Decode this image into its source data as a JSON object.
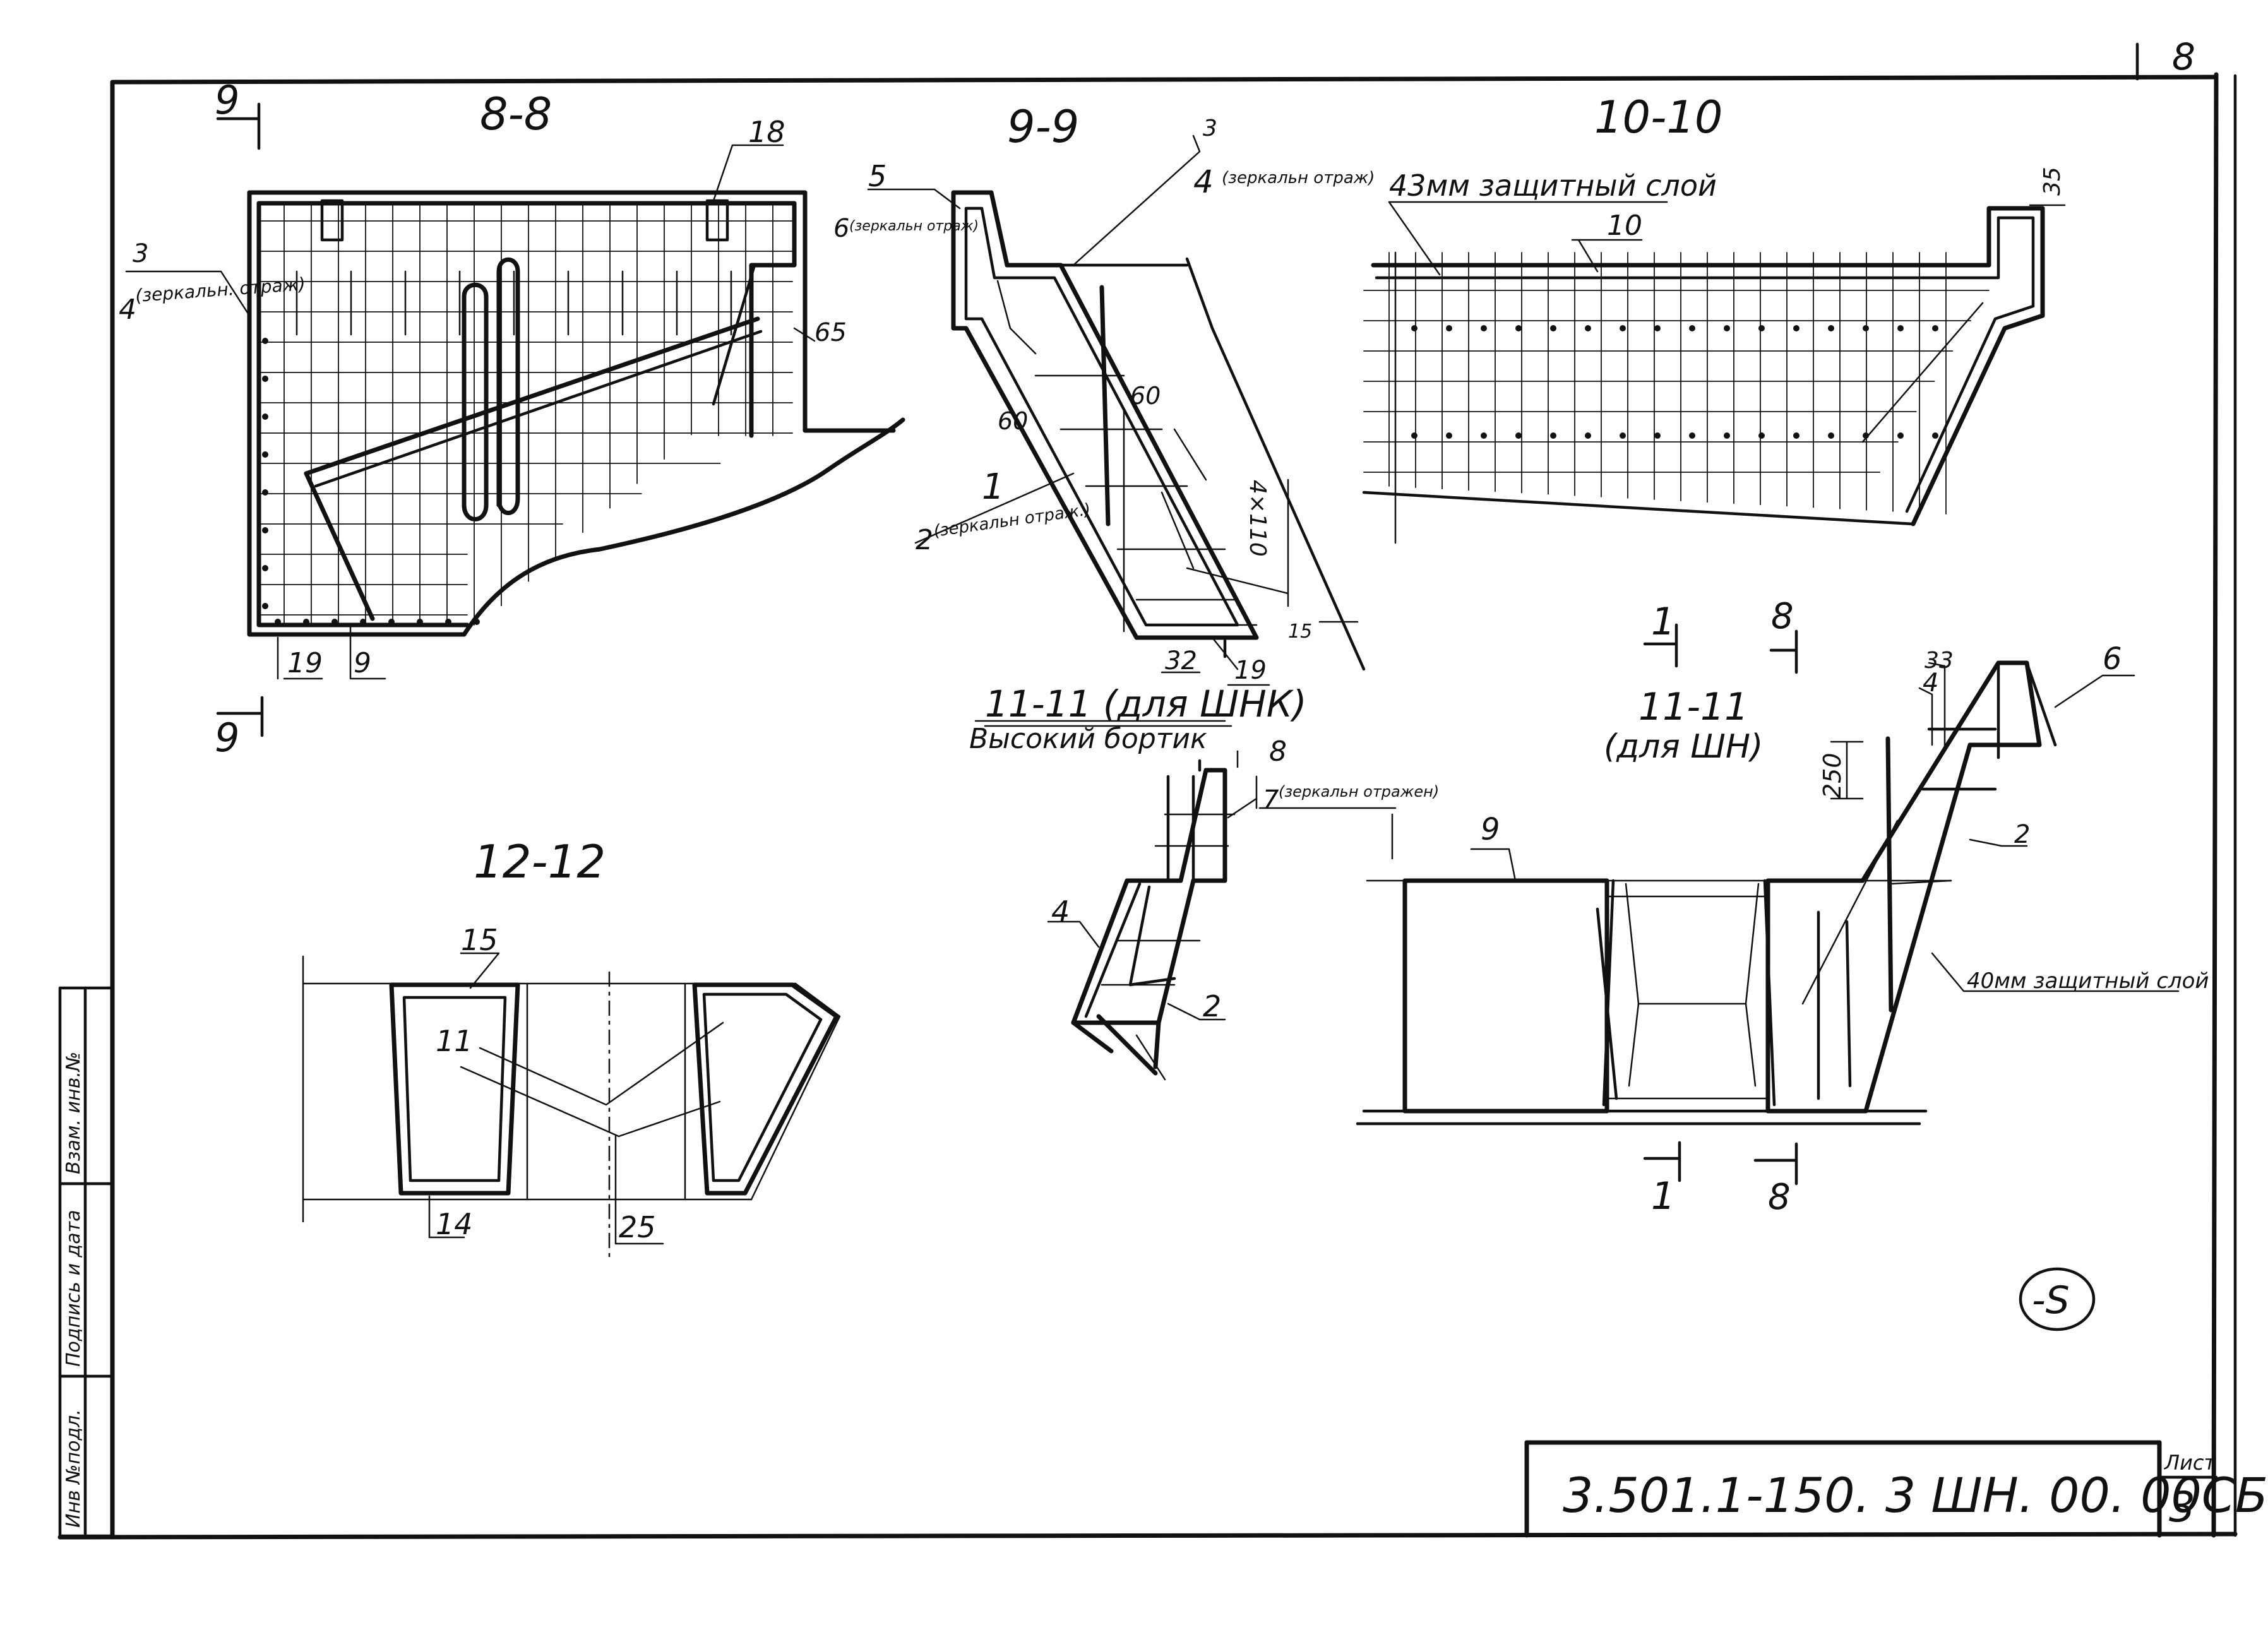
{
  "sheet": {
    "page_corner_number": "8",
    "document_code": "3.501.1-150. 3 ШН. 00. 00СБ",
    "sheet_label": "Лист",
    "sheet_number": "3",
    "side_stamp": {
      "inventory_original": "Инв №подл.",
      "signature_date": "Подпись и дата",
      "replacement_inventory": "Взам. инв.№"
    },
    "circled_mark": "-S"
  },
  "sections": {
    "s8": {
      "title": "8-8",
      "cut_mark": "9",
      "labels": {
        "p18": "18",
        "p3": "3",
        "p4": "4",
        "mirror": "(зеркальн. отраж)",
        "d65": "65",
        "p19": "19",
        "p9": "9"
      }
    },
    "s9": {
      "title": "9-9",
      "labels": {
        "p3": "3",
        "p4": "4",
        "mirror_a": "(зеркальн отраж)",
        "p5": "5",
        "p6": "6",
        "mirror_b": "(зеркальн отраж)",
        "d60a": "60",
        "d60b": "60",
        "p1": "1",
        "p2": "2",
        "mirror_c": "(зеркальн отраж.)",
        "dim": "4×110",
        "d15": "15",
        "p32": "32",
        "p19": "19"
      }
    },
    "s10": {
      "title": "10-10",
      "labels": {
        "cover": "43мм защитный слой",
        "p10": "10",
        "d35": "35"
      }
    },
    "s11a": {
      "title": "11-11 (для ШНК)",
      "subtitle": "Высокий бортик",
      "labels": {
        "p8": "8",
        "p7": "7",
        "mirror": "(зеркальн отражен)",
        "p4": "4",
        "p2": "2"
      }
    },
    "s11b": {
      "title": "11-11",
      "subtitle": "(для ШН)",
      "cuts": {
        "c1": "1",
        "c8": "8"
      },
      "labels": {
        "p33": "33",
        "p4": "4",
        "p6": "6",
        "d250": "250",
        "p9": "9",
        "p2": "2",
        "cover": "40мм защитный слой"
      }
    },
    "s12": {
      "title": "12-12",
      "labels": {
        "p15": "15",
        "p11": "11",
        "p14": "14",
        "p25": "25"
      }
    }
  }
}
